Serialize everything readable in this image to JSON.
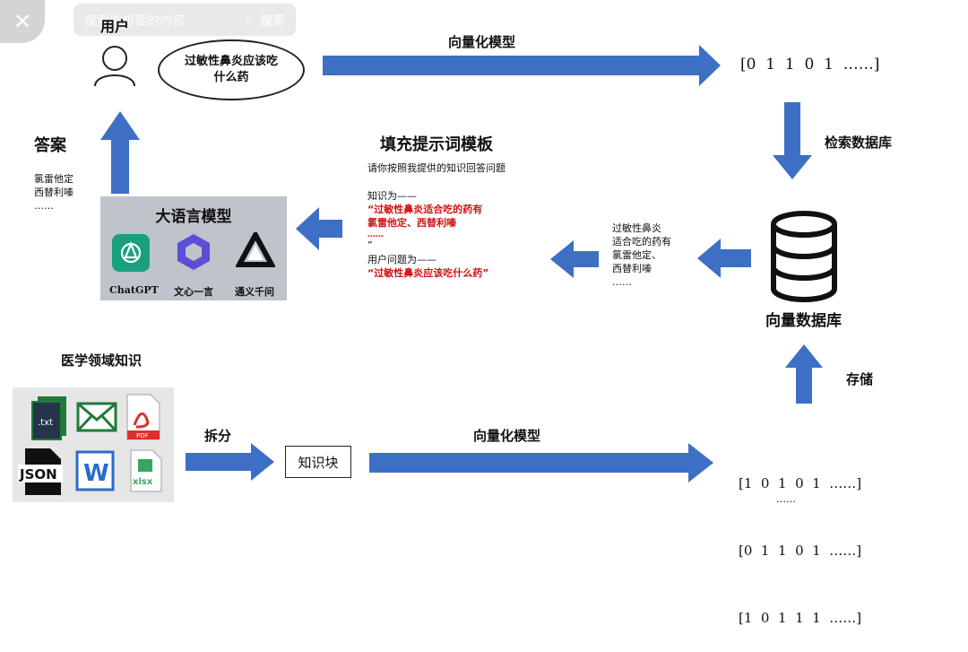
{
  "overlay": {
    "close_glyph": "✕",
    "search_placeholder": "搜索你想要的内容",
    "search_button": "搜索"
  },
  "user": {
    "label": "用户",
    "question": "过敏性鼻炎应该吃什么药"
  },
  "top_flow": {
    "vectorize_label": "向量化模型",
    "query_vector": "[0  1  1  0  1  ……]",
    "search_db_label": "检索数据库"
  },
  "answer": {
    "title": "答案",
    "lines": [
      "氯雷他定",
      "西替利嗪",
      "……"
    ]
  },
  "llm": {
    "title": "大语言模型",
    "models": [
      {
        "name": "ChatGPT",
        "icon": "chatgpt-logo-icon"
      },
      {
        "name": "文心一言",
        "icon": "wenxin-logo-icon"
      },
      {
        "name": "通义千问",
        "icon": "tongyi-logo-icon"
      }
    ]
  },
  "prompt_template": {
    "title": "填充提示词模板",
    "instruction": "请你按照我提供的知识回答问题",
    "knowledge_intro": "知识为——",
    "knowledge_line1": "“过敏性鼻炎适合吃的药有",
    "knowledge_line2": "氯雷他定、西替利嗪",
    "knowledge_ellipsis": "……",
    "knowledge_close": "”",
    "question_intro": "用户问题为——",
    "question_text": "“过敏性鼻炎应该吃什么药”"
  },
  "retrieved": {
    "lines": [
      "过敏性鼻炎",
      "适合吃的药有",
      "氯雷他定、",
      "西替利嗪",
      "……"
    ]
  },
  "vector_db": {
    "label": "向量数据库",
    "store_label": "存储"
  },
  "bottom_flow": {
    "domain_label": "医学领域知识",
    "split_label": "拆分",
    "chunk_label": "知识块",
    "vectorize_label": "向量化模型",
    "vectors": [
      "[1  0  1  0  1  ……]",
      "[0  1  1  0  1  ……]",
      "[1  0  1  1  1  ……]"
    ],
    "vectors_ellipsis": "……"
  },
  "files": [
    {
      "label": ".txt",
      "icon": "txt-file-icon"
    },
    {
      "label": "",
      "icon": "email-file-icon"
    },
    {
      "label": "PDF",
      "icon": "pdf-file-icon"
    },
    {
      "label": "JSON",
      "icon": "json-file-icon"
    },
    {
      "label": "W",
      "icon": "word-file-icon"
    },
    {
      "label": "xlsx",
      "icon": "excel-file-icon"
    }
  ],
  "colors": {
    "arrow": "#3d6fc4",
    "highlight": "#d01414",
    "llm_box": "#bfc3ca"
  }
}
